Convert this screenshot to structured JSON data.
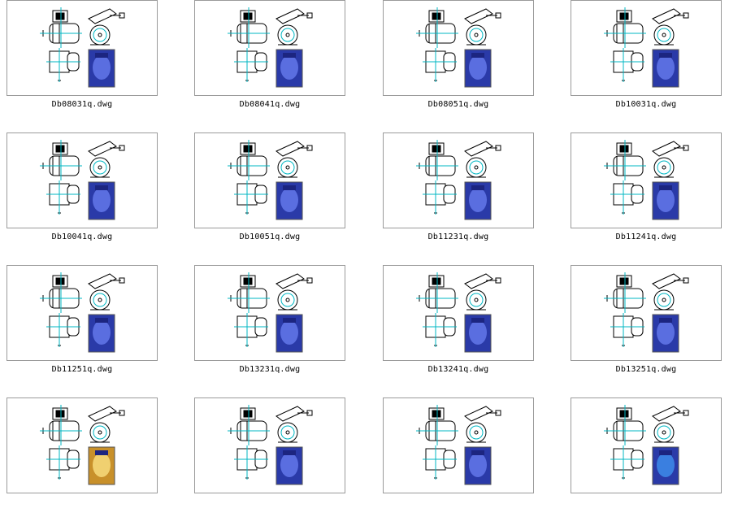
{
  "files": [
    {
      "name": "Db08031q.dwg",
      "photo": "blue-valve"
    },
    {
      "name": "Db08041q.dwg",
      "photo": "blue-valve"
    },
    {
      "name": "Db08051q.dwg",
      "photo": "blue-valve"
    },
    {
      "name": "Db10031q.dwg",
      "photo": "blue-valve"
    },
    {
      "name": "Db10041q.dwg",
      "photo": "blue-valve"
    },
    {
      "name": "Db10051q.dwg",
      "photo": "blue-valve"
    },
    {
      "name": "Db11231q.dwg",
      "photo": "blue-valve"
    },
    {
      "name": "Db11241q.dwg",
      "photo": "blue-valve"
    },
    {
      "name": "Db11251q.dwg",
      "photo": "blue-valve"
    },
    {
      "name": "Db13231q.dwg",
      "photo": "blue-valve"
    },
    {
      "name": "Db13241q.dwg",
      "photo": "blue-valve"
    },
    {
      "name": "Db13251q.dwg",
      "photo": "blue-valve"
    },
    {
      "name": "",
      "photo": "gold-spool"
    },
    {
      "name": "",
      "photo": "blue-valve"
    },
    {
      "name": "",
      "photo": "blue-valve"
    },
    {
      "name": "",
      "photo": "blue-cylinder"
    }
  ],
  "colors": {
    "line": "#000000",
    "axis": "#00b7c3",
    "photo_blue": "#2a3aa8",
    "photo_gold": "#c8902a"
  }
}
